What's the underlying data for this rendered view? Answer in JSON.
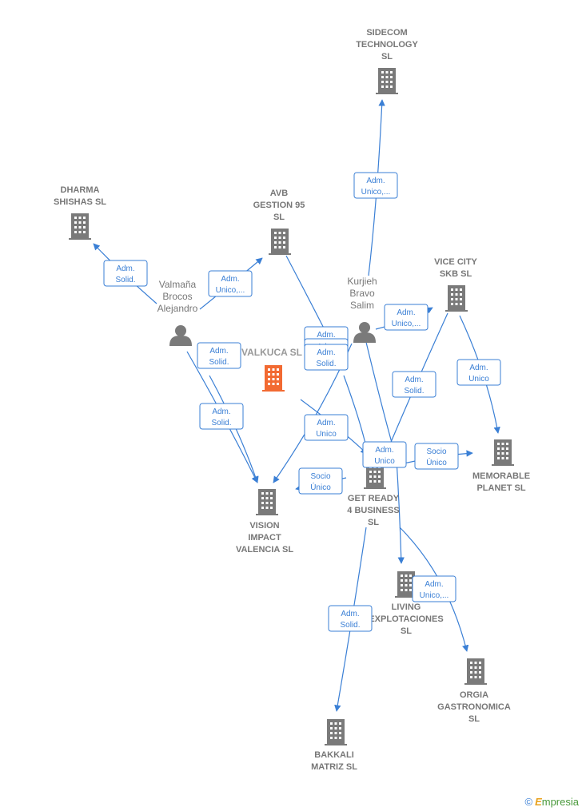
{
  "colors": {
    "building": "#7a7a7a",
    "main_building": "#f26a32",
    "person": "#7a7a7a",
    "edge": "#3a7fd5"
  },
  "nodes": [
    {
      "id": "sidecom",
      "type": "company",
      "lines": [
        "SIDECOM",
        "TECHNOLOGY",
        "SL"
      ]
    },
    {
      "id": "dharma",
      "type": "company",
      "lines": [
        "DHARMA",
        "SHISHAS  SL"
      ]
    },
    {
      "id": "avb",
      "type": "company",
      "lines": [
        "AVB",
        "GESTION 95",
        "SL"
      ]
    },
    {
      "id": "vice",
      "type": "company",
      "lines": [
        "VICE CITY",
        "SKB  SL"
      ]
    },
    {
      "id": "valmana",
      "type": "person",
      "lines": [
        "Valmaña",
        "Brocos",
        "Alejandro"
      ]
    },
    {
      "id": "kurjieh",
      "type": "person",
      "lines": [
        "Kurjieh",
        "Bravo",
        "Salim"
      ]
    },
    {
      "id": "valkuca",
      "type": "main",
      "lines": [
        "VALKUCA  SL"
      ]
    },
    {
      "id": "memorable",
      "type": "company",
      "lines": [
        "MEMORABLE",
        "PLANET  SL"
      ]
    },
    {
      "id": "getready",
      "type": "company",
      "lines": [
        "GET READY",
        "4 BUSINESS",
        "SL"
      ]
    },
    {
      "id": "vision",
      "type": "company",
      "lines": [
        "VISION",
        "IMPACT",
        "VALENCIA  SL"
      ]
    },
    {
      "id": "living",
      "type": "company",
      "lines": [
        "LIVING",
        "EXPLOTACIONES",
        "SL"
      ]
    },
    {
      "id": "orgia",
      "type": "company",
      "lines": [
        "ORGIA",
        "GASTRONOMICA",
        "SL"
      ]
    },
    {
      "id": "bakkali",
      "type": "company",
      "lines": [
        "BAKKALI",
        "MATRIZ  SL"
      ]
    }
  ],
  "edges": [
    {
      "id": "e1",
      "lines": [
        "Adm.",
        "Unico,..."
      ]
    },
    {
      "id": "e2",
      "lines": [
        "Adm.",
        "Solid."
      ]
    },
    {
      "id": "e3",
      "lines": [
        "Adm.",
        "Unico,..."
      ]
    },
    {
      "id": "e4",
      "lines": [
        "Adm.",
        "Solid."
      ]
    },
    {
      "id": "e5",
      "lines": [
        "Adm.",
        "Solid."
      ]
    },
    {
      "id": "e6",
      "lines": [
        "Adm.",
        "Unico,..."
      ]
    },
    {
      "id": "e7",
      "lines": [
        "Adm.",
        "Solid."
      ]
    },
    {
      "id": "e8",
      "lines": [
        "Adm.",
        "Solid."
      ]
    },
    {
      "id": "e9",
      "lines": [
        "Adm.",
        "Solid."
      ]
    },
    {
      "id": "e10",
      "lines": [
        "Adm.",
        "Unico"
      ]
    },
    {
      "id": "e11",
      "lines": [
        "Adm.",
        "Solid."
      ]
    },
    {
      "id": "e12",
      "lines": [
        "Adm.",
        "Unico"
      ]
    },
    {
      "id": "e13",
      "lines": [
        "Socio",
        "Único"
      ]
    },
    {
      "id": "e14",
      "lines": [
        "Adm.",
        "Unico"
      ]
    },
    {
      "id": "e15",
      "lines": [
        "Socio",
        "Único"
      ]
    },
    {
      "id": "e16",
      "lines": [
        "Adm.",
        "Unico,..."
      ]
    },
    {
      "id": "e17",
      "lines": [
        "Adm.",
        "Solid."
      ]
    }
  ],
  "watermark": {
    "symbol": "©",
    "brand_initial": "E",
    "brand_rest": "mpresia"
  }
}
